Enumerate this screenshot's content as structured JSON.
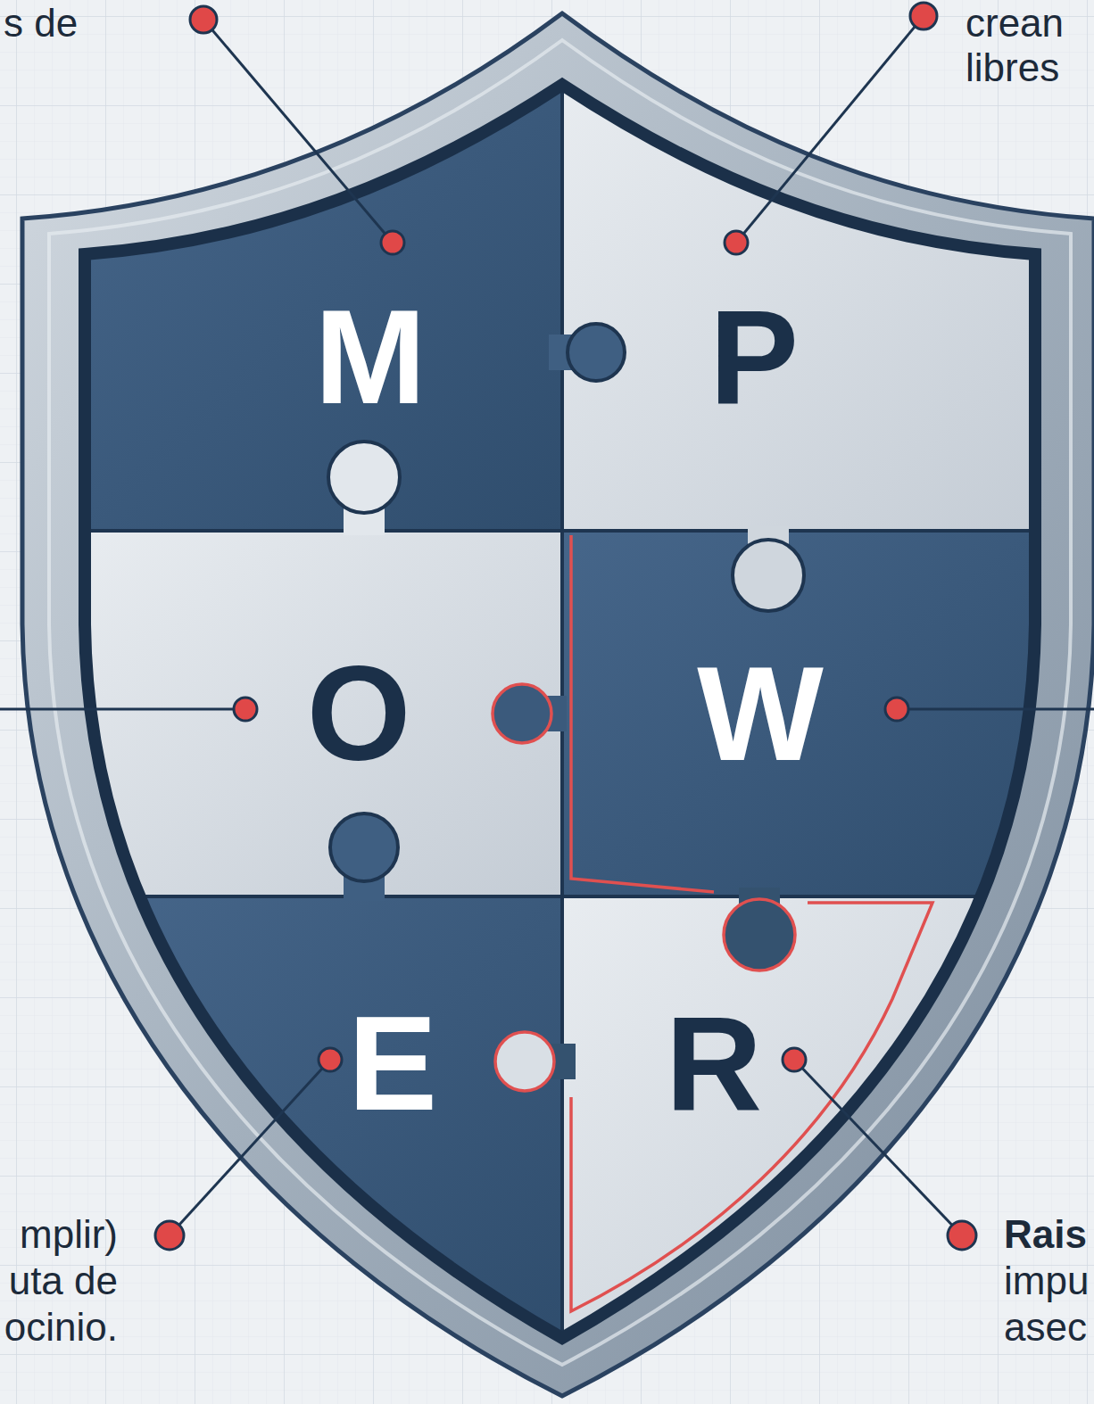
{
  "diagram": {
    "nodes": [
      {
        "text": [
          "M"
        ]
      },
      {
        "text": [
          "P"
        ]
      },
      {
        "text": [
          "O"
        ]
      },
      {
        "text": [
          "W"
        ]
      },
      {
        "text": [
          "E"
        ]
      },
      {
        "text": [
          "R"
        ]
      }
    ],
    "labels": [
      "s de",
      "crean",
      "libres",
      "mplir)",
      "uta de",
      "ocinio.",
      "Rais",
      "impu",
      "asec"
    ]
  }
}
